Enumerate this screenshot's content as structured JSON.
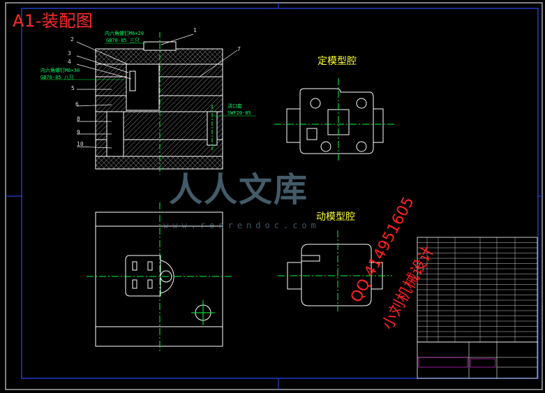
{
  "sheet": {
    "title": "A1-装配图",
    "watermark_text": "人人文库",
    "watermark_url": "www.renrendoc.com"
  },
  "views": {
    "fixed_cavity": "定模型腔",
    "moving_cavity": "动模型腔"
  },
  "annotations": {
    "screw_top_1": "内六角螺钉M6×20",
    "screw_top_2": "GB70-85 三只",
    "screw_mid_1": "内六角螺钉M6×30",
    "screw_mid_2": "GB70-85 八只",
    "bushing_1": "浇口套",
    "bushing_2": "SWF20-85"
  },
  "callouts": [
    "1",
    "2",
    "3",
    "4",
    "5",
    "6",
    "7",
    "8",
    "9",
    "10"
  ],
  "overlay": {
    "qq": "QQ 414951605",
    "designer": "小刘机械设计"
  },
  "colors": {
    "background": "#000000",
    "frame": "#2a4bff",
    "outline": "#ffffff",
    "centerline": "#00ff40",
    "hatch": "#9a9a9a",
    "text_yellow": "#ffff33",
    "text_red": "#ff2020",
    "magenta": "#ff33ff"
  }
}
